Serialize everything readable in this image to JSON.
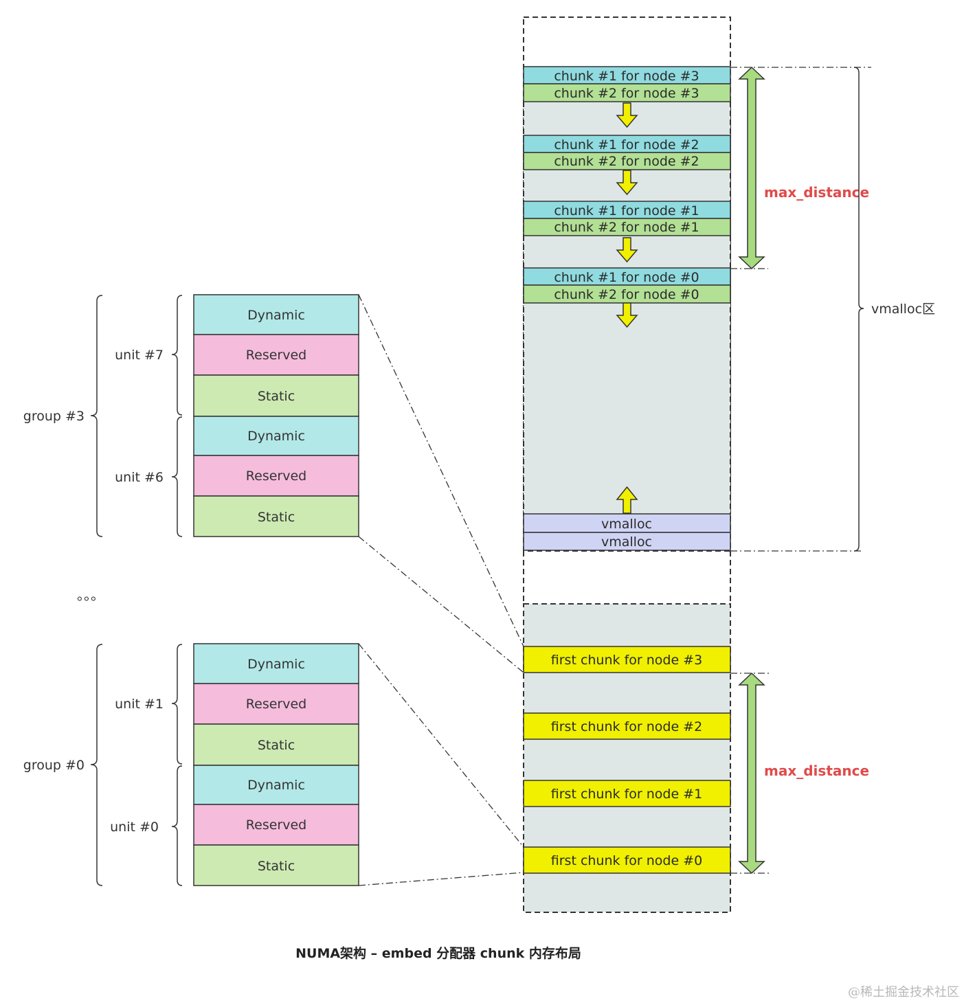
{
  "colors": {
    "dynamic": "#b3e8e8",
    "reserved": "#f5bcdc",
    "static": "#cdeab2",
    "chunk1": "#8fdbe0",
    "chunk2": "#b2e094",
    "vmalloc_block": "#d0d4f4",
    "first_chunk": "#f0f000",
    "region_fill": "#dfe6e6",
    "green_arrow": "#a8da80",
    "yellow_arrow": "#f0f000",
    "max_distance_text": "#e04a4a"
  },
  "groups": [
    {
      "label": "group #3",
      "units": [
        {
          "label": "unit #7",
          "cells": [
            "Dynamic",
            "Reserved",
            "Static"
          ]
        },
        {
          "label": "unit #6",
          "cells": [
            "Dynamic",
            "Reserved",
            "Static"
          ]
        }
      ]
    },
    {
      "label": "group #0",
      "units": [
        {
          "label": "unit #1",
          "cells": [
            "Dynamic",
            "Reserved",
            "Static"
          ]
        },
        {
          "label": "unit #0",
          "cells": [
            "Dynamic",
            "Reserved",
            "Static"
          ]
        }
      ]
    }
  ],
  "ellipsis": "。。。",
  "chunks": [
    {
      "chunk1": "chunk #1 for node #3",
      "chunk2": "chunk #2 for node #3"
    },
    {
      "chunk1": "chunk #1 for node #2",
      "chunk2": "chunk #2 for node #2"
    },
    {
      "chunk1": "chunk #1 for node #1",
      "chunk2": "chunk #2 for node #1"
    },
    {
      "chunk1": "chunk #1 for node #0",
      "chunk2": "chunk #2 for node #0"
    }
  ],
  "vmalloc_blocks": [
    "vmalloc",
    "vmalloc"
  ],
  "first_chunks": [
    "first chunk for node #3",
    "first chunk for node #2",
    "first chunk for node #1",
    "first chunk for node #0"
  ],
  "max_distance_label": "max_distance",
  "vmalloc_region_label": "vmalloc区",
  "caption": "NUMA架构 – embed 分配器  chunk 内存布局",
  "watermark": "@稀土掘金技术社区"
}
